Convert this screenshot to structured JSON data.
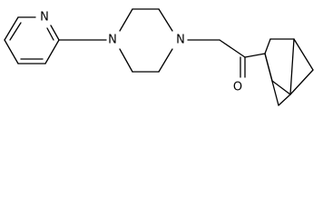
{
  "molecule": {
    "atom_labels": {
      "pyridine_nitrogen": "N",
      "piperazine_nitrogen_1": "N",
      "piperazine_nitrogen_2": "N",
      "carbonyl_oxygen": "O"
    },
    "colors": {
      "bond": "#000000",
      "label": "#000000",
      "background": "#ffffff"
    }
  }
}
